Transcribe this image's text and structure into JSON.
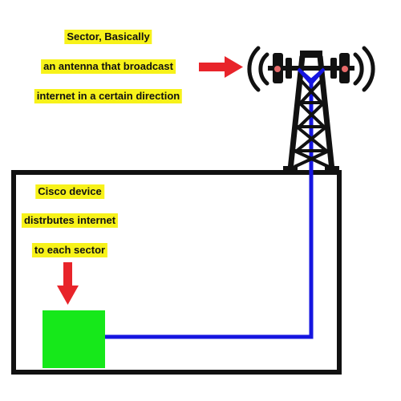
{
  "annotations": {
    "sector_line1": "Sector, Basically",
    "sector_line2": "an antenna that broadcast",
    "sector_line3": "internet in a certain direction",
    "cisco_line1": "Cisco device",
    "cisco_line2": "distrbutes internet",
    "cisco_line3": "to each sector"
  },
  "colors": {
    "highlight": "#f7f21a",
    "arrow": "#e8242a",
    "cable": "#1515e0",
    "device": "#16e81a",
    "outline": "#111111"
  },
  "icons": [
    "antenna-tower-icon",
    "signal-waves-icon",
    "arrow-right-icon",
    "arrow-down-icon"
  ]
}
